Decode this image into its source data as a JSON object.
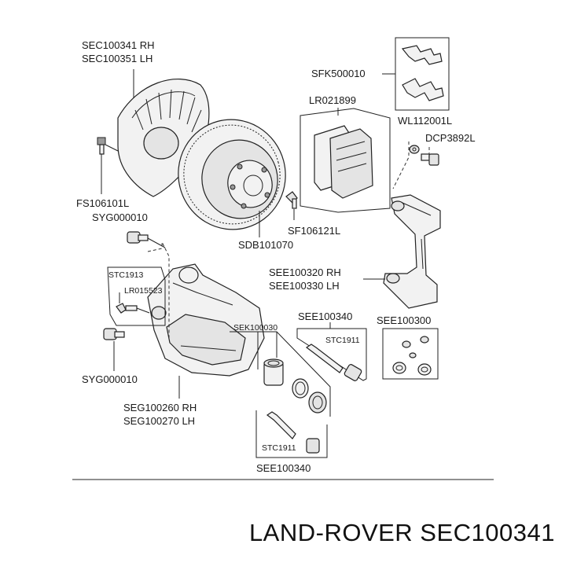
{
  "diagram": {
    "labels": {
      "splash_shield_rh": "SEC100341 RH",
      "splash_shield_lh": "SEC100351 LH",
      "clip_kit": "SFK500010",
      "pad_set": "LR021899",
      "washer": "WL112001L",
      "bolt_dcp": "DCP3892L",
      "screw_fs": "FS106101L",
      "bolt_syg_top": "SYG000010",
      "bleed_screw": "SF106121L",
      "disc": "SDB101070",
      "carrier_rh": "SEE100320 RH",
      "carrier_lh": "SEE100330 LH",
      "stc_left": "STC1913",
      "lr_bleed": "LR015523",
      "seal_kit": "SEK100030",
      "guide_kit_top": "SEE100340",
      "boot_kit": "SEE100300",
      "stc_top": "STC1911",
      "bolt_syg_bottom": "SYG000010",
      "caliper_rh": "SEG100260 RH",
      "caliper_lh": "SEG100270 LH",
      "stc_bottom": "STC1911",
      "guide_kit_bottom": "SEE100340"
    }
  },
  "footer": {
    "caption": "LAND-ROVER SEC100341"
  }
}
